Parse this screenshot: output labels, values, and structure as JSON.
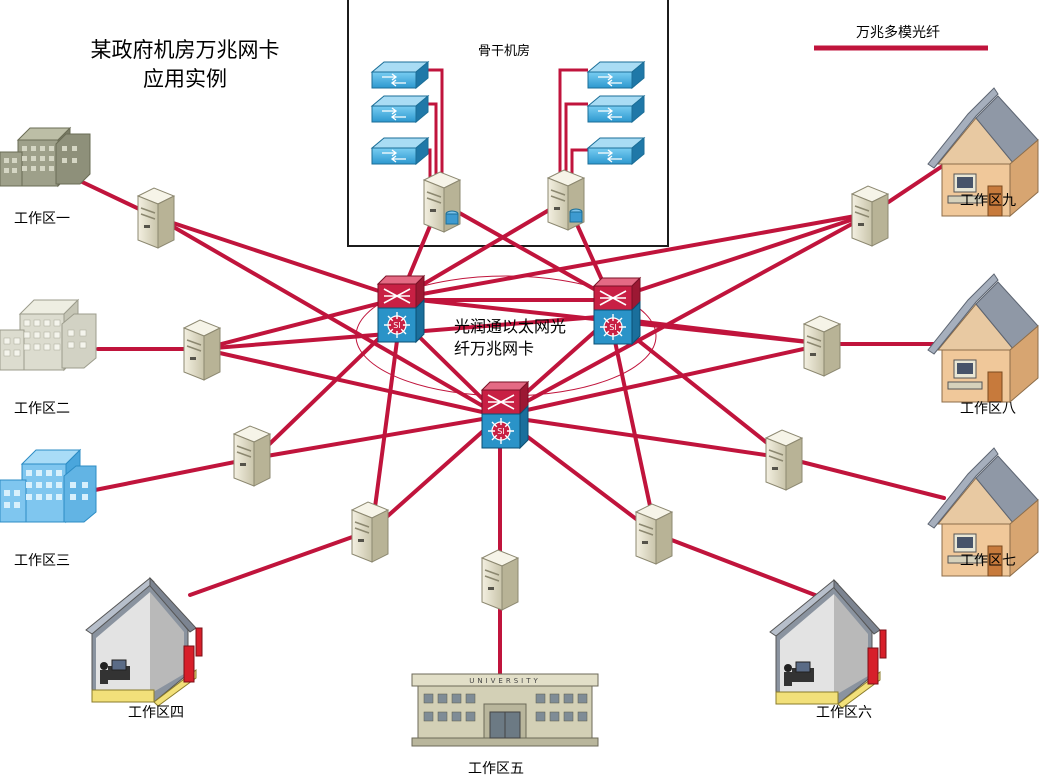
{
  "title": {
    "line1": "某政府机房万兆网卡",
    "line2": "应用实例"
  },
  "legend": {
    "label": "万兆多模光纤",
    "color": "#c0143c"
  },
  "core_room": {
    "label": "骨干机房"
  },
  "core_note": {
    "line1": "光润通以太网光",
    "line2": "纤万兆网卡"
  },
  "zones": [
    {
      "label": "工作区一"
    },
    {
      "label": "工作区二"
    },
    {
      "label": "工作区三"
    },
    {
      "label": "工作区四"
    },
    {
      "label": "工作区五"
    },
    {
      "label": "工作区六"
    },
    {
      "label": "工作区七"
    },
    {
      "label": "工作区八"
    },
    {
      "label": "工作区九"
    }
  ],
  "university_sign": "UNIVERSITY",
  "icons": {
    "switch": "layer3-switch-icon",
    "server": "server-icon",
    "workgroup_switch": "workgroup-switch-icon",
    "building": "office-building-icon",
    "house": "house-computer-icon",
    "university": "university-building-icon"
  }
}
